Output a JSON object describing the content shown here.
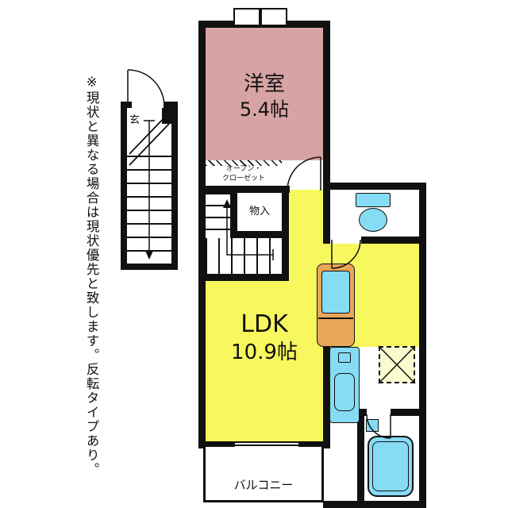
{
  "disclaimer": "※現状と異なる場合は現状優先と致します。反転タイプあり。",
  "rooms": {
    "western": {
      "name": "洋室",
      "size": "5.4帖"
    },
    "ldk": {
      "name": "LDK",
      "size": "10.9帖"
    },
    "balcony": {
      "name": "バルコニー"
    },
    "open_closet": {
      "line1": "オープン・",
      "line2": "クローゼット"
    },
    "storage": {
      "name": "物入"
    },
    "entrance": {
      "name": "玄"
    }
  },
  "colors": {
    "wall": "#111111",
    "western_pink": "#d8a3a3",
    "ldk_yellow": "#f7f75e",
    "fixture_cyan": "#86dcf4",
    "kitchen_orange": "#e9a75c",
    "washer_pale": "#fbfbcf",
    "floor_white": "#ffffff"
  },
  "icons": {
    "toilet": "toilet-top-view-icon",
    "kitchen_sink": "kitchen-sink-icon",
    "washing_machine": "washer-pan-cross-icon",
    "vanity": "wash-basin-icon",
    "bathtub": "bathtub-icon",
    "doors": "door-swing-arc-icon",
    "stairs": "staircase-icon",
    "window": "sliding-window-icon"
  }
}
